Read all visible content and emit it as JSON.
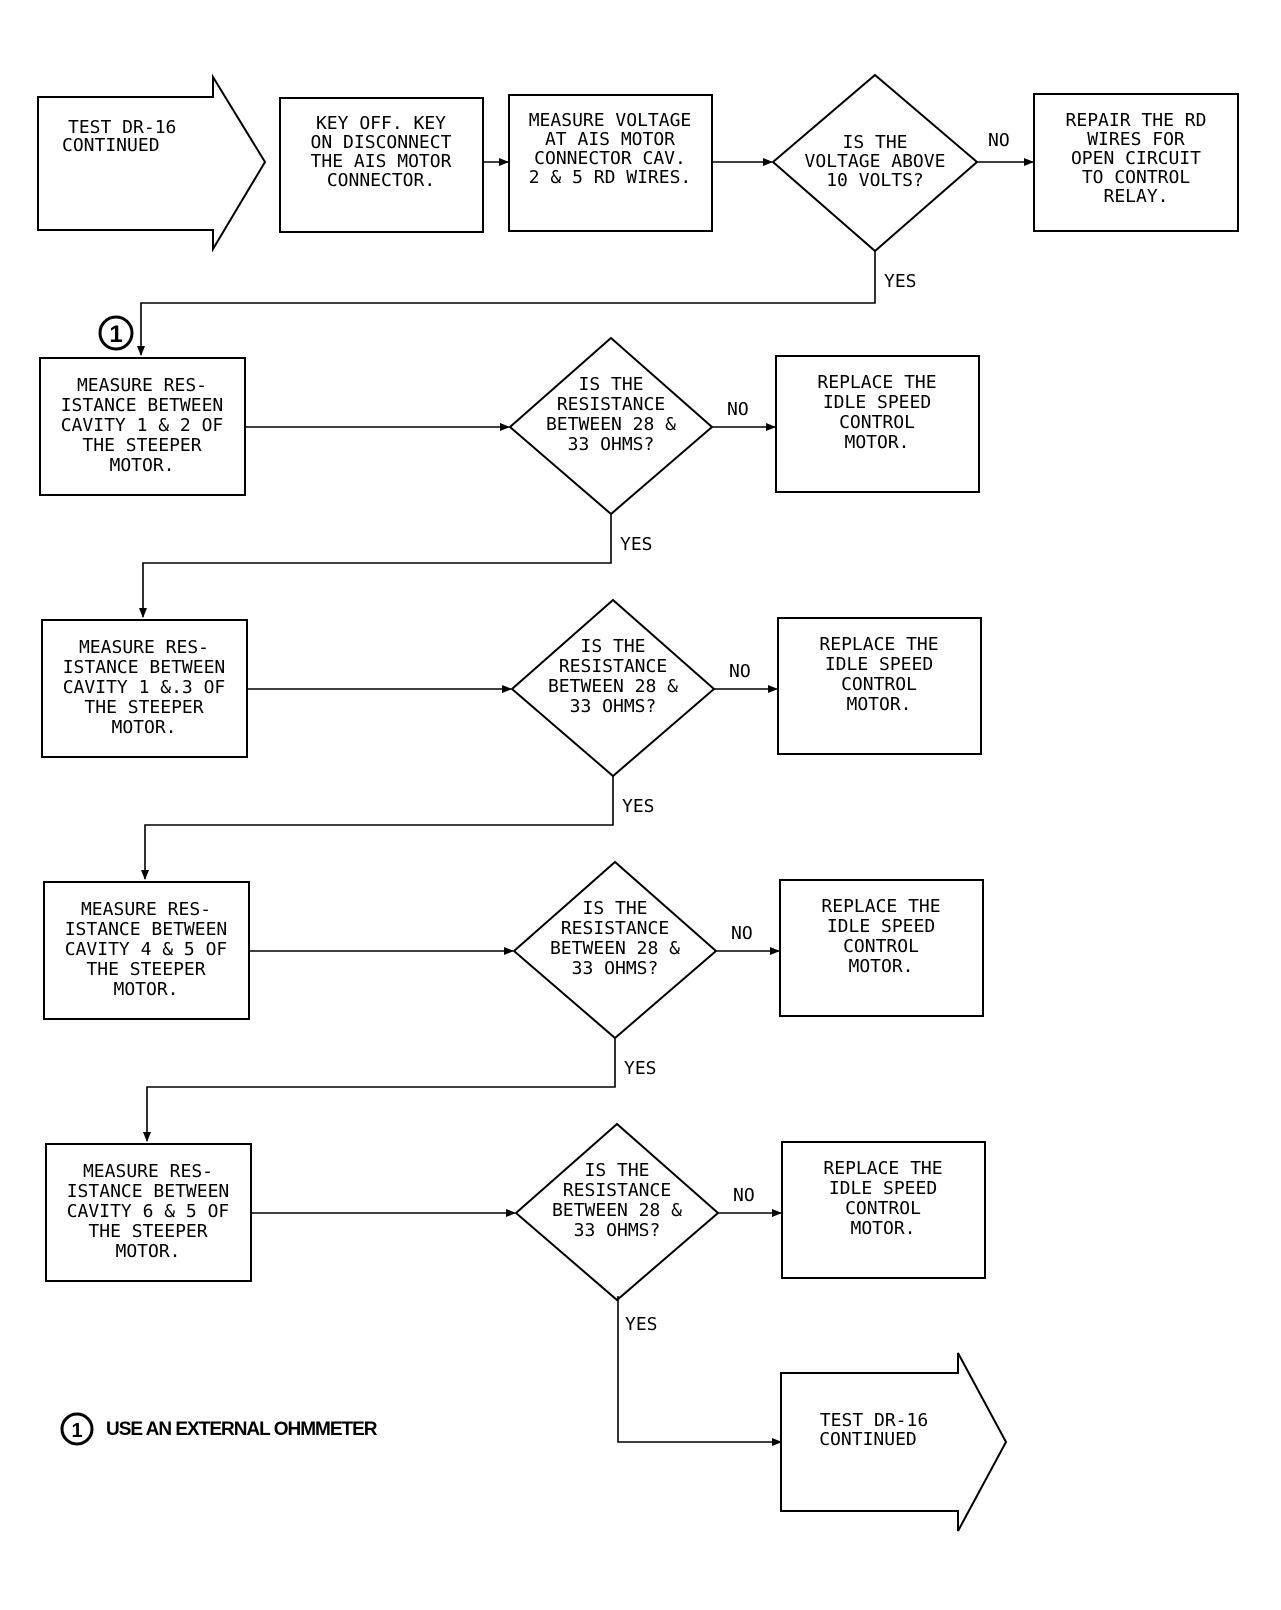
{
  "start": [
    "TEST DR-16",
    "CONTINUED"
  ],
  "step1": [
    "KEY OFF. KEY",
    "ON DISCONNECT",
    "THE AIS MOTOR",
    "CONNECTOR."
  ],
  "step2": [
    "MEASURE VOLTAGE",
    "AT AIS MOTOR",
    "CONNECTOR CAV.",
    "2 & 5 RD WIRES."
  ],
  "decision_voltage": [
    "IS THE",
    "VOLTAGE ABOVE",
    "10 VOLTS?"
  ],
  "repair": [
    "REPAIR THE RD",
    "WIRES FOR",
    "OPEN CIRCUIT",
    "TO CONTROL",
    "RELAY."
  ],
  "no_label": "NO",
  "yes_label": "YES",
  "marker": "1",
  "rows": [
    {
      "measure": [
        "MEASURE RES-",
        "ISTANCE BETWEEN",
        "CAVITY 1 & 2 OF",
        "THE STEEPER",
        "MOTOR."
      ],
      "decision": [
        "IS THE",
        "RESISTANCE",
        "BETWEEN 28 &",
        "33 OHMS?"
      ],
      "replace": [
        "REPLACE THE",
        "IDLE SPEED",
        "CONTROL",
        "MOTOR."
      ]
    },
    {
      "measure": [
        "MEASURE RES-",
        "ISTANCE BETWEEN",
        "CAVITY 1 &.3 OF",
        "THE STEEPER",
        "MOTOR."
      ],
      "decision": [
        "IS THE",
        "RESISTANCE",
        "BETWEEN 28 &",
        "33 OHMS?"
      ],
      "replace": [
        "REPLACE THE",
        "IDLE SPEED",
        "CONTROL",
        "MOTOR."
      ]
    },
    {
      "measure": [
        "MEASURE RES-",
        "ISTANCE BETWEEN",
        "CAVITY 4 & 5 OF",
        "THE STEEPER",
        "MOTOR."
      ],
      "decision": [
        "IS THE",
        "RESISTANCE",
        "BETWEEN 28 &",
        "33 OHMS?"
      ],
      "replace": [
        "REPLACE THE",
        "IDLE SPEED",
        "CONTROL",
        "MOTOR."
      ]
    },
    {
      "measure": [
        "MEASURE RES-",
        "ISTANCE BETWEEN",
        "CAVITY 6 & 5 OF",
        "THE STEEPER",
        "MOTOR."
      ],
      "decision": [
        "IS THE",
        "RESISTANCE",
        "BETWEEN 28 &",
        "33 OHMS?"
      ],
      "replace": [
        "REPLACE THE",
        "IDLE SPEED",
        "CONTROL",
        "MOTOR."
      ]
    }
  ],
  "end": [
    "TEST DR-16",
    "CONTINUED"
  ],
  "note": "USE AN EXTERNAL OHMMETER"
}
